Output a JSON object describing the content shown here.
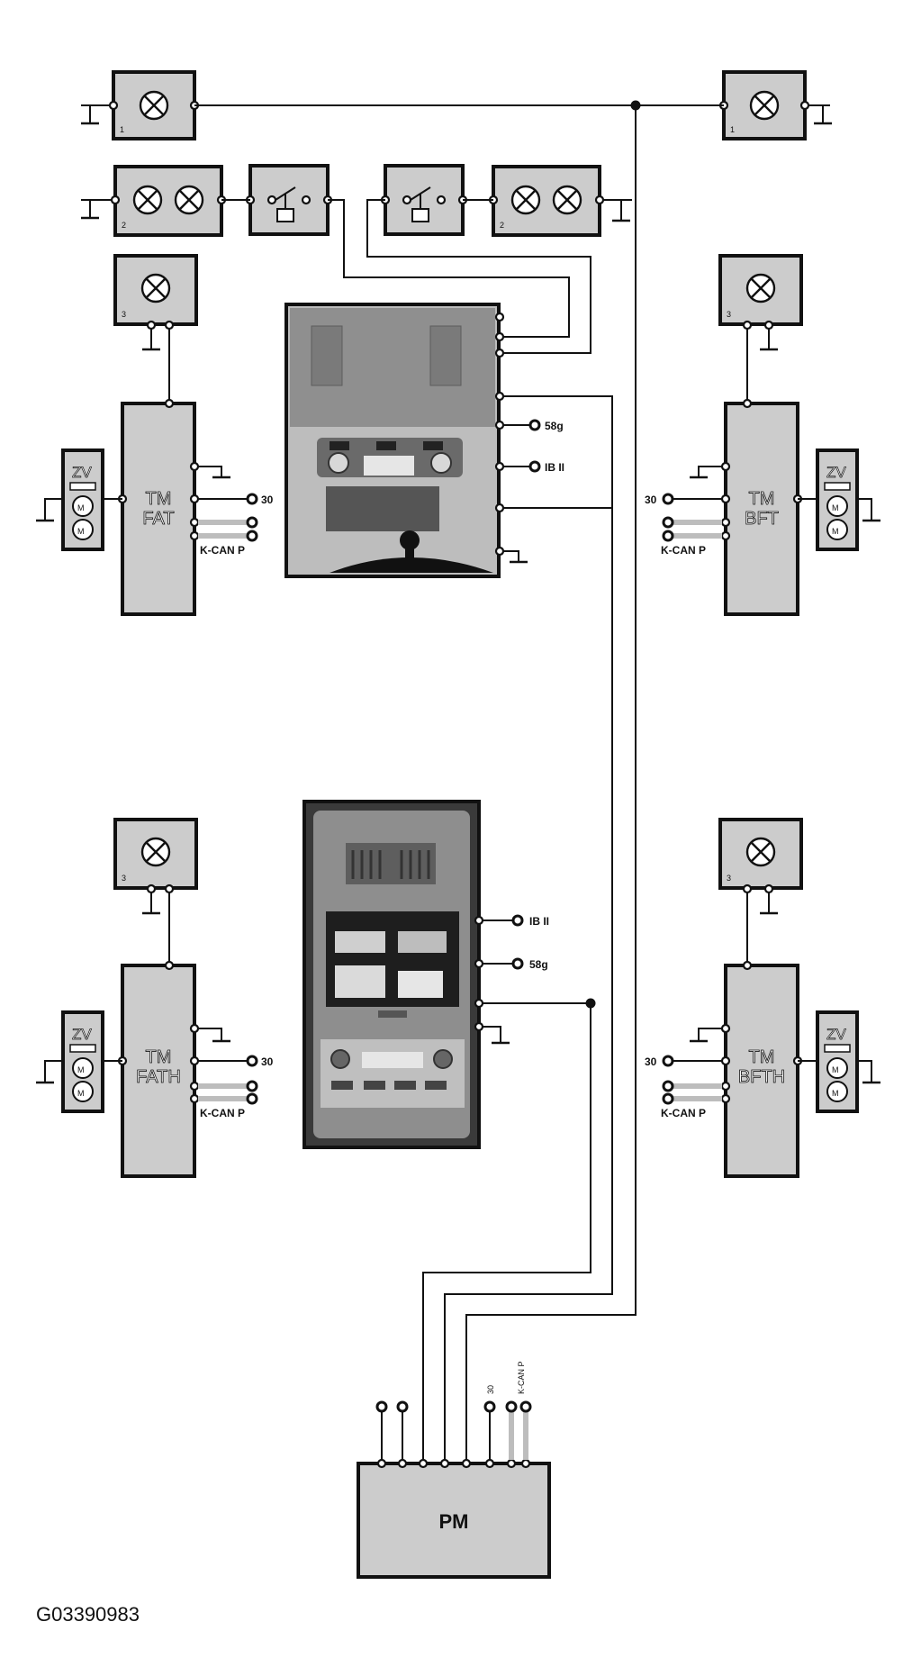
{
  "modules": {
    "tm_fat": {
      "line1": "TM",
      "line2": "FAT"
    },
    "tm_bft": {
      "line1": "TM",
      "line2": "BFT"
    },
    "tm_fath": {
      "line1": "TM",
      "line2": "FATH"
    },
    "tm_bfth": {
      "line1": "TM",
      "line2": "BFTH"
    },
    "pm": "PM"
  },
  "lamp_numbers": {
    "one": "1",
    "two": "2",
    "three": "3"
  },
  "zv_label": "ZV",
  "motor_label": "M",
  "terminals": {
    "t30": "30",
    "t58g": "58g",
    "ib2": "IB II",
    "kcan": "K-CAN P"
  },
  "caption": "G03390983"
}
